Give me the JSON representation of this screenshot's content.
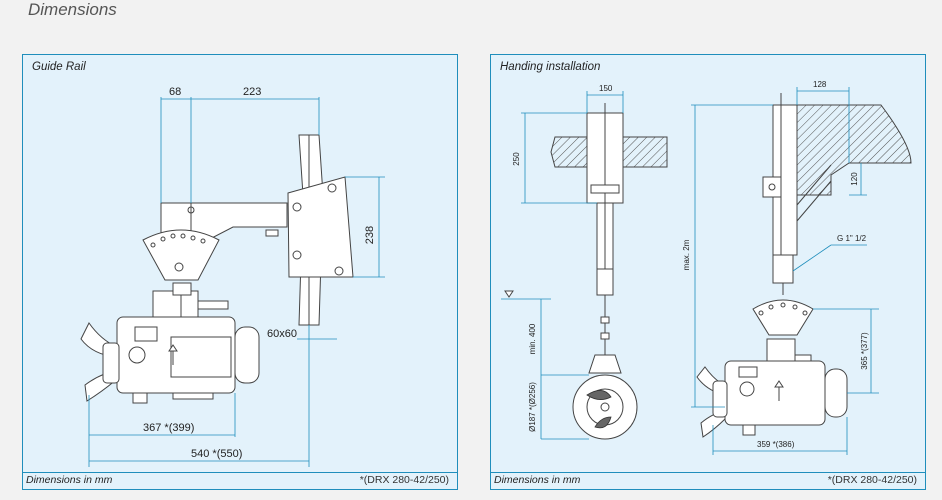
{
  "section_title": "Dimensions",
  "panels": {
    "guide_rail": {
      "title": "Guide Rail",
      "footer_left": "Dimensions in mm",
      "footer_right": "*(DRX 280-42/250)",
      "dims": {
        "d68": "68",
        "d223": "223",
        "d238": "238",
        "d60x60": "60x60",
        "d367": "367 *(399)",
        "d540": "540 *(550)"
      }
    },
    "handing": {
      "title": "Handing installation",
      "footer_left": "Dimensions in mm",
      "footer_right": "*(DRX 280-42/250)",
      "dims": {
        "d150": "150",
        "d250": "250",
        "dmin400": "min. 400",
        "d187": "Ø187 *(Ø256)",
        "d128": "128",
        "d120": "120",
        "dmax2m": "max. 2m",
        "g1": "G 1\" 1/2",
        "d365": "365 *(377)",
        "d359": "359 *(386)"
      }
    }
  }
}
